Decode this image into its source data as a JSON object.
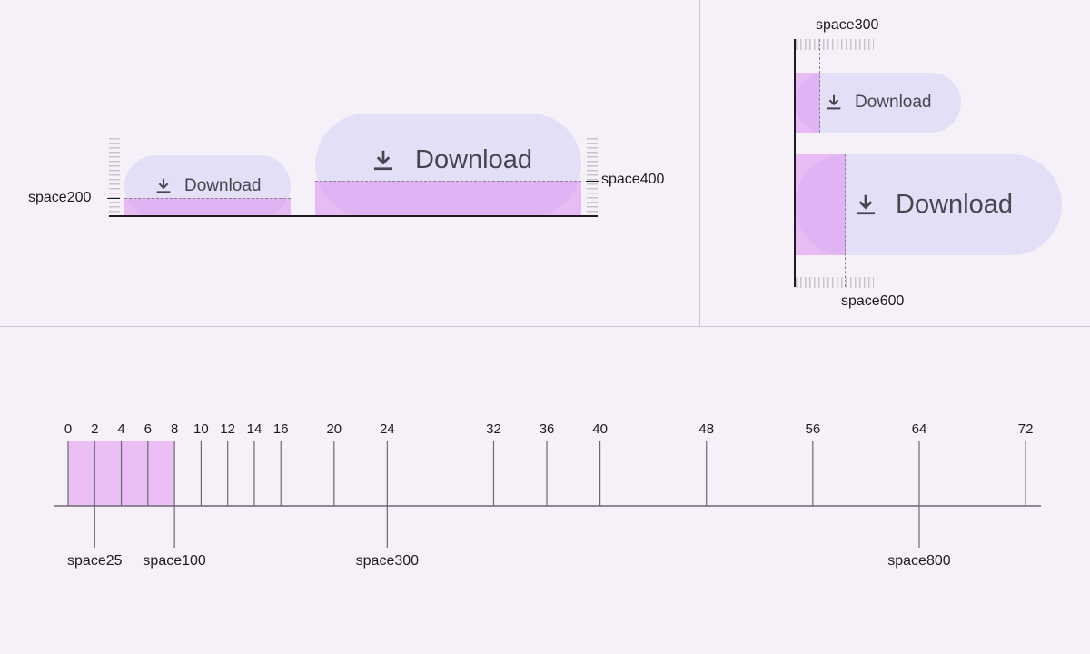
{
  "buttons": {
    "label": "Download",
    "icon": "download-icon"
  },
  "top_left": {
    "left_label": "space200",
    "right_label": "space400"
  },
  "top_right": {
    "top_label": "space300",
    "bottom_label": "space600"
  },
  "ruler": {
    "ticks": [
      "0",
      "2",
      "4",
      "6",
      "8",
      "10",
      "12",
      "14",
      "16",
      "20",
      "24",
      "32",
      "36",
      "40",
      "48",
      "56",
      "64",
      "72"
    ],
    "callouts": [
      "space25",
      "space100",
      "space300",
      "space800"
    ]
  },
  "colors": {
    "background": "#f6f1f8",
    "button_fill": "#e3dff6",
    "highlight": "#df8ef2"
  }
}
